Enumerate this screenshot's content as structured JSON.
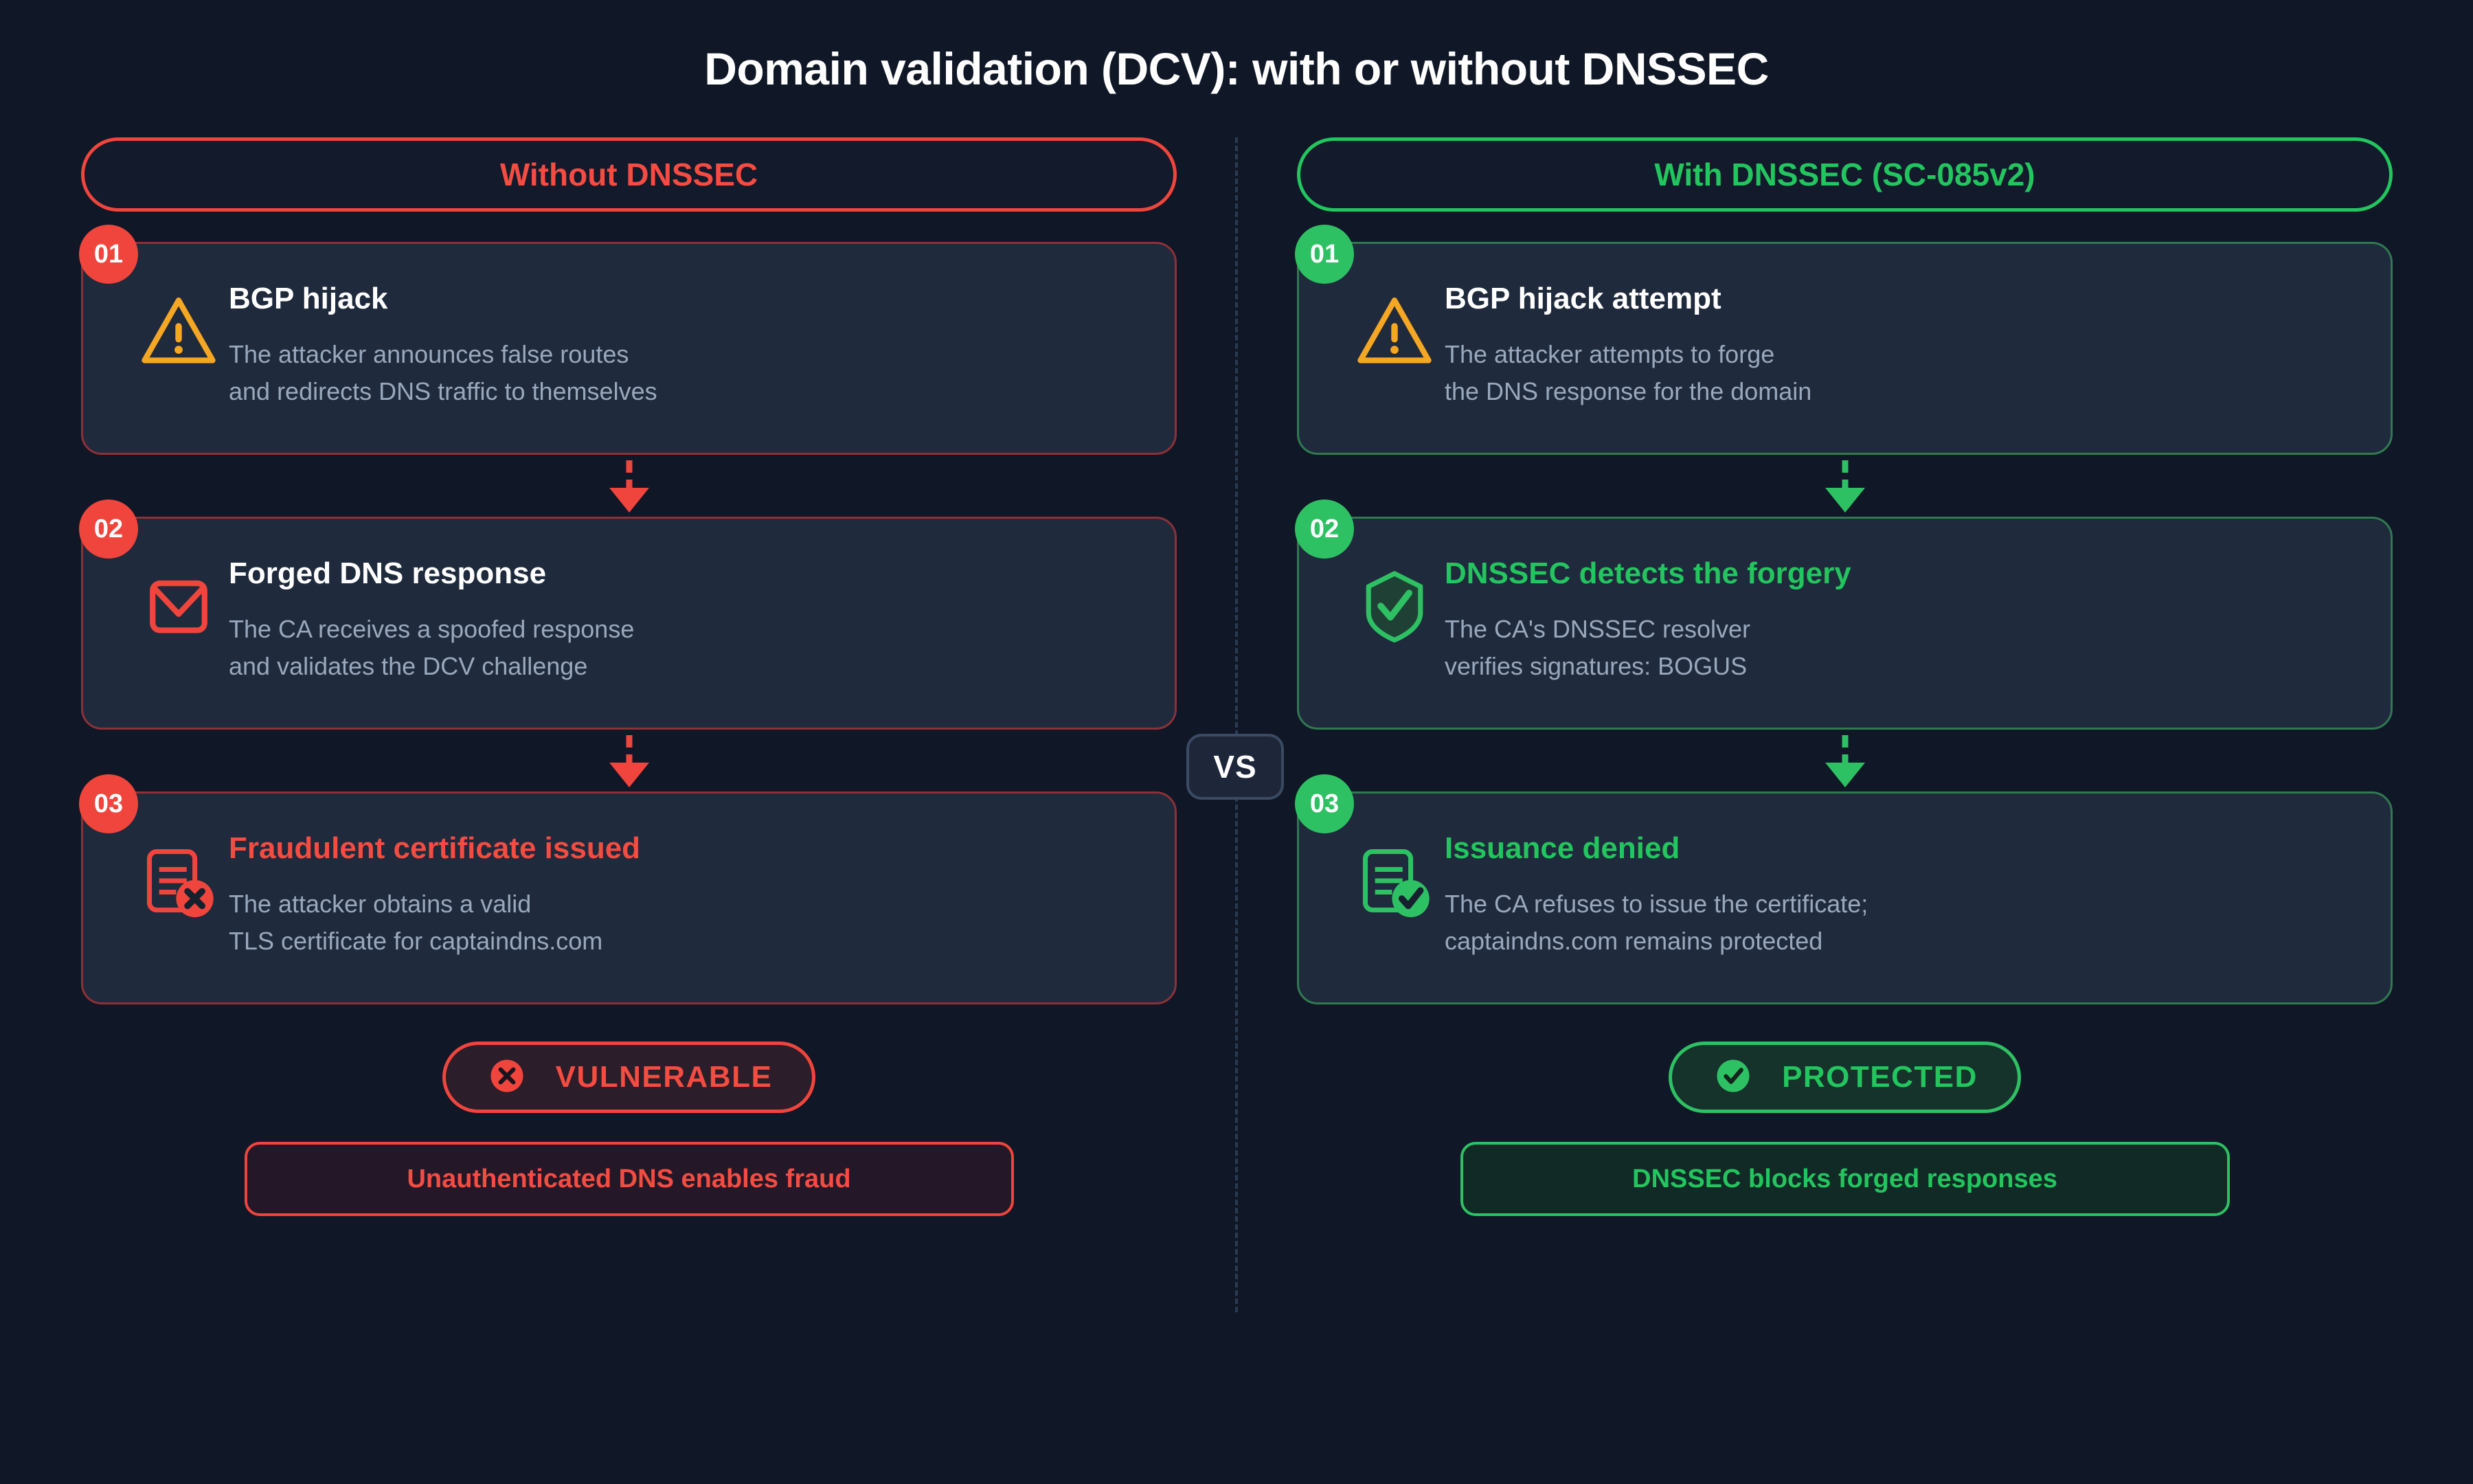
{
  "page": {
    "title": "Domain validation (DCV): with or without DNSSEC",
    "vs_label": "VS",
    "bg_color": "#101726",
    "danger_color": "#f54b41",
    "success_color": "#22c55e",
    "warning_color": "#f5a623"
  },
  "left": {
    "header": "Without DNSSEC",
    "steps": [
      {
        "number": "01",
        "icon": "warning-triangle-icon",
        "title": "BGP hijack",
        "title_tone": "neutral",
        "desc_line1": "The attacker announces false routes",
        "desc_line2": "and redirects DNS traffic to themselves"
      },
      {
        "number": "02",
        "icon": "envelope-icon",
        "title": "Forged DNS response",
        "title_tone": "neutral",
        "desc_line1": "The CA receives a spoofed response",
        "desc_line2": "and validates the DCV challenge"
      },
      {
        "number": "03",
        "icon": "document-x-icon",
        "title": "Fraudulent certificate issued",
        "title_tone": "danger",
        "desc_line1": "The attacker obtains a valid",
        "desc_line2": "TLS certificate for captaindns.com"
      }
    ],
    "status": {
      "icon": "circle-x-icon",
      "label": "VULNERABLE"
    },
    "footer": "Unauthenticated DNS enables fraud"
  },
  "right": {
    "header": "With DNSSEC (SC-085v2)",
    "steps": [
      {
        "number": "01",
        "icon": "warning-triangle-icon",
        "title": "BGP hijack attempt",
        "title_tone": "neutral",
        "desc_line1": "The attacker attempts to forge",
        "desc_line2": "the DNS response for the domain"
      },
      {
        "number": "02",
        "icon": "shield-check-icon",
        "title": "DNSSEC detects the forgery",
        "title_tone": "success",
        "desc_line1": "The CA's DNSSEC resolver",
        "desc_line2": "verifies signatures: BOGUS"
      },
      {
        "number": "03",
        "icon": "document-check-icon",
        "title": "Issuance denied",
        "title_tone": "success",
        "desc_line1": "The CA refuses to issue the certificate;",
        "desc_line2": "captaindns.com remains protected"
      }
    ],
    "status": {
      "icon": "circle-check-icon",
      "label": "PROTECTED"
    },
    "footer": "DNSSEC blocks forged responses"
  }
}
